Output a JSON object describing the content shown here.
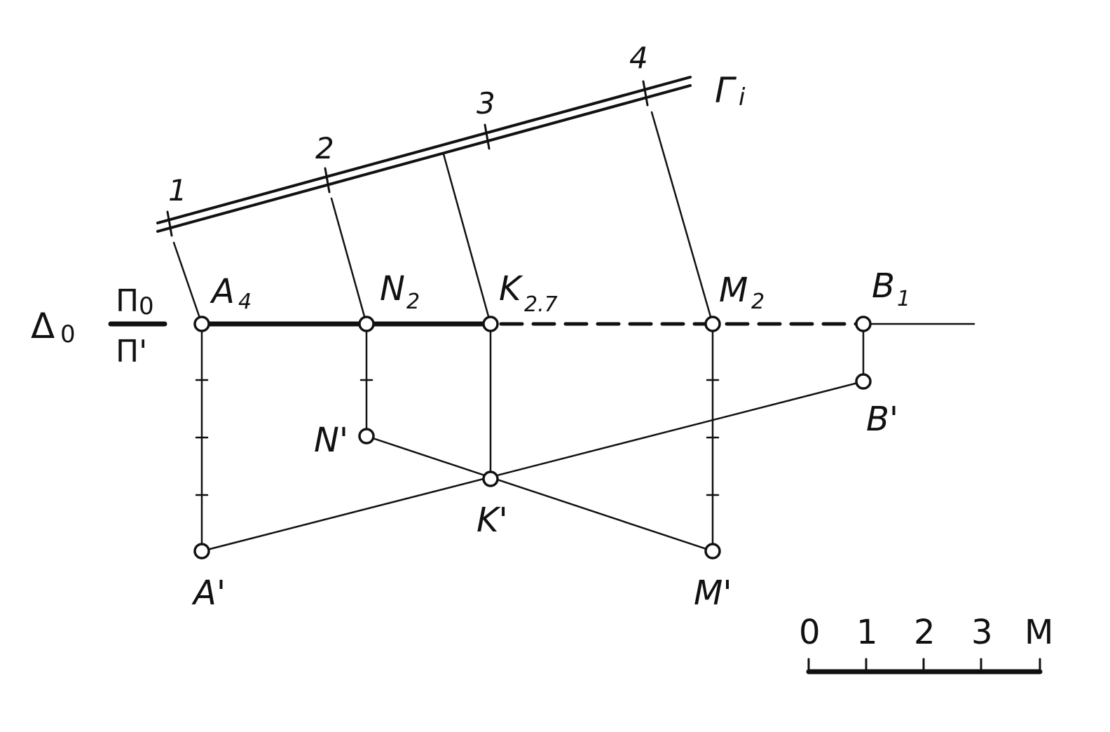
{
  "diagram": {
    "plane_trace": {
      "label_main": "Г",
      "label_sub": "i"
    },
    "scale_marks": [
      "1",
      "2",
      "3",
      "4"
    ],
    "axis": {
      "label_main": "Δ",
      "label_sub": "0",
      "plane_top": "П",
      "plane_top_sub": "0",
      "plane_bottom": "П'"
    },
    "points_top": [
      {
        "main": "A",
        "sub": "4"
      },
      {
        "main": "N",
        "sub": "2"
      },
      {
        "main": "K",
        "sub": "2.7"
      },
      {
        "main": "M",
        "sub": "2"
      },
      {
        "main": "B",
        "sub": "1"
      }
    ],
    "points_bottom": [
      "N'",
      "K'",
      "A'",
      "M'",
      "B'"
    ],
    "scale_bar": {
      "ticks": [
        "0",
        "1",
        "2",
        "3"
      ],
      "unit": "M"
    }
  }
}
